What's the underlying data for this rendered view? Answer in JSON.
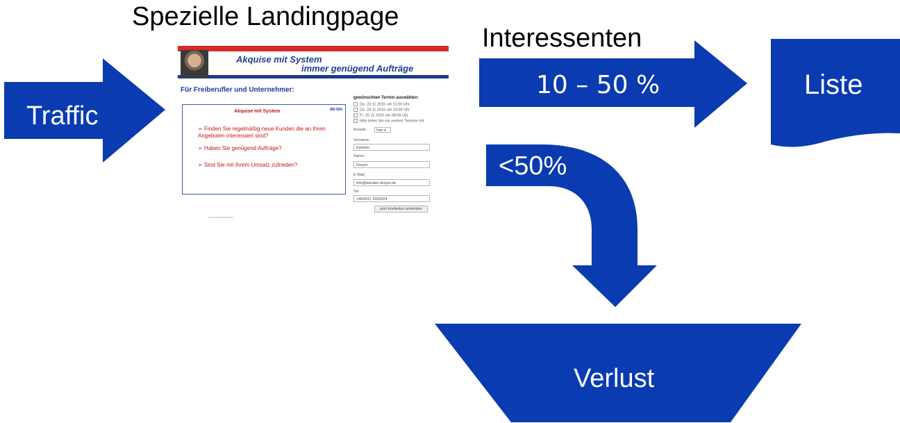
{
  "headings": {
    "landingpage": "Spezielle Landingpage",
    "interessenten": "Interessenten"
  },
  "shapes": {
    "traffic": "Traffic",
    "rate_interessenten": "10 – 50 %",
    "liste": "Liste",
    "rate_verlust": "<50%",
    "verlust": "Verlust"
  },
  "colors": {
    "shape_fill": "#0a3bb0",
    "shape_text": "#ffffff"
  },
  "landingpage_screenshot": {
    "title_line1": "Akquise mit System",
    "title_line2": "immer genügend Aufträge",
    "section_heading": "Für Freiberufler und Unternehmer:",
    "box_title": "Akquise mit System",
    "box_logo": "db-bin",
    "bullets": [
      "➢ Finden Sie regelmäßig neue Kunden die an Ihren Angeboten interessiert sind?",
      "➢ Haben Sie genügend Aufträge?",
      "➢ Sind Sie mit Ihrem Umsatz zufrieden?"
    ],
    "form": {
      "heading": "gewünschten Termin auswählen:",
      "options": [
        "Do. 24.11.2016 um 11:00 Uhr",
        "Do. 24.11.2016 um 19:00 Uhr",
        "Fr. 25.11.2016 um 08:00 Uhr",
        "bitte teilen Sie mir weitere Termine mit"
      ],
      "anrede_label": "Anrede:",
      "anrede_value": "Herr ▾",
      "vorname_label": "Vorname:",
      "vorname_value": "Karsten",
      "name_label": "Name:",
      "name_value": "Dreyer",
      "email_label": "E-Mail:",
      "email_value": "info@karsten-dreyer.de",
      "tel_label": "Tel:",
      "tel_value": "+494331 3302024",
      "submit_label": "jetzt kostenlos anmelden"
    }
  }
}
